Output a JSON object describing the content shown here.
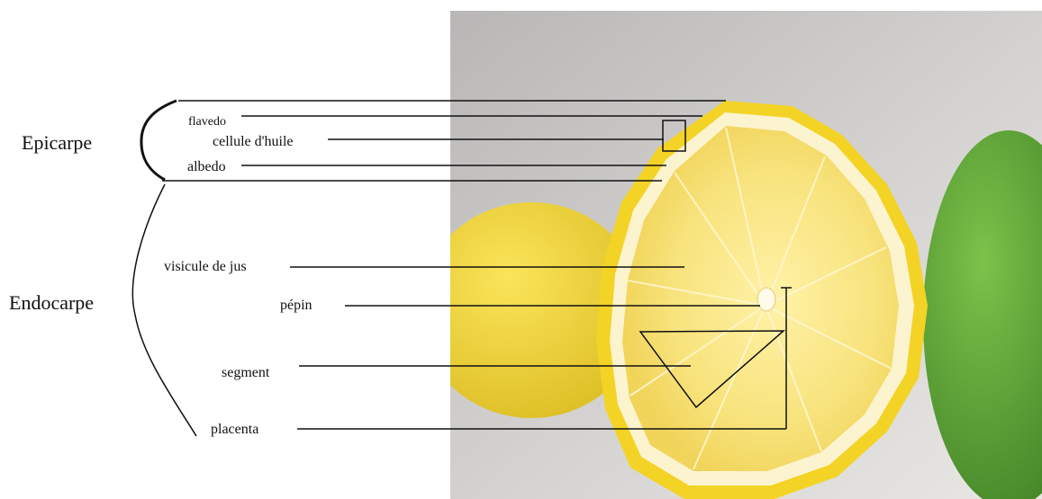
{
  "groups": {
    "epicarpe": "Epicarpe",
    "endocarpe": "Endocarpe"
  },
  "labels": {
    "flavedo": "flavedo",
    "cellule_huile": "cellule d'huile",
    "albedo": "albedo",
    "visicule": "visicule de jus",
    "pepin": "pépin",
    "segment": "segment",
    "placenta": "placenta"
  },
  "colors": {
    "peel": "#f2d735",
    "albedo": "#fbf3c8",
    "pulp": "#f6e07a",
    "lime": "#5fa63a",
    "background": "#c9c6c3"
  }
}
